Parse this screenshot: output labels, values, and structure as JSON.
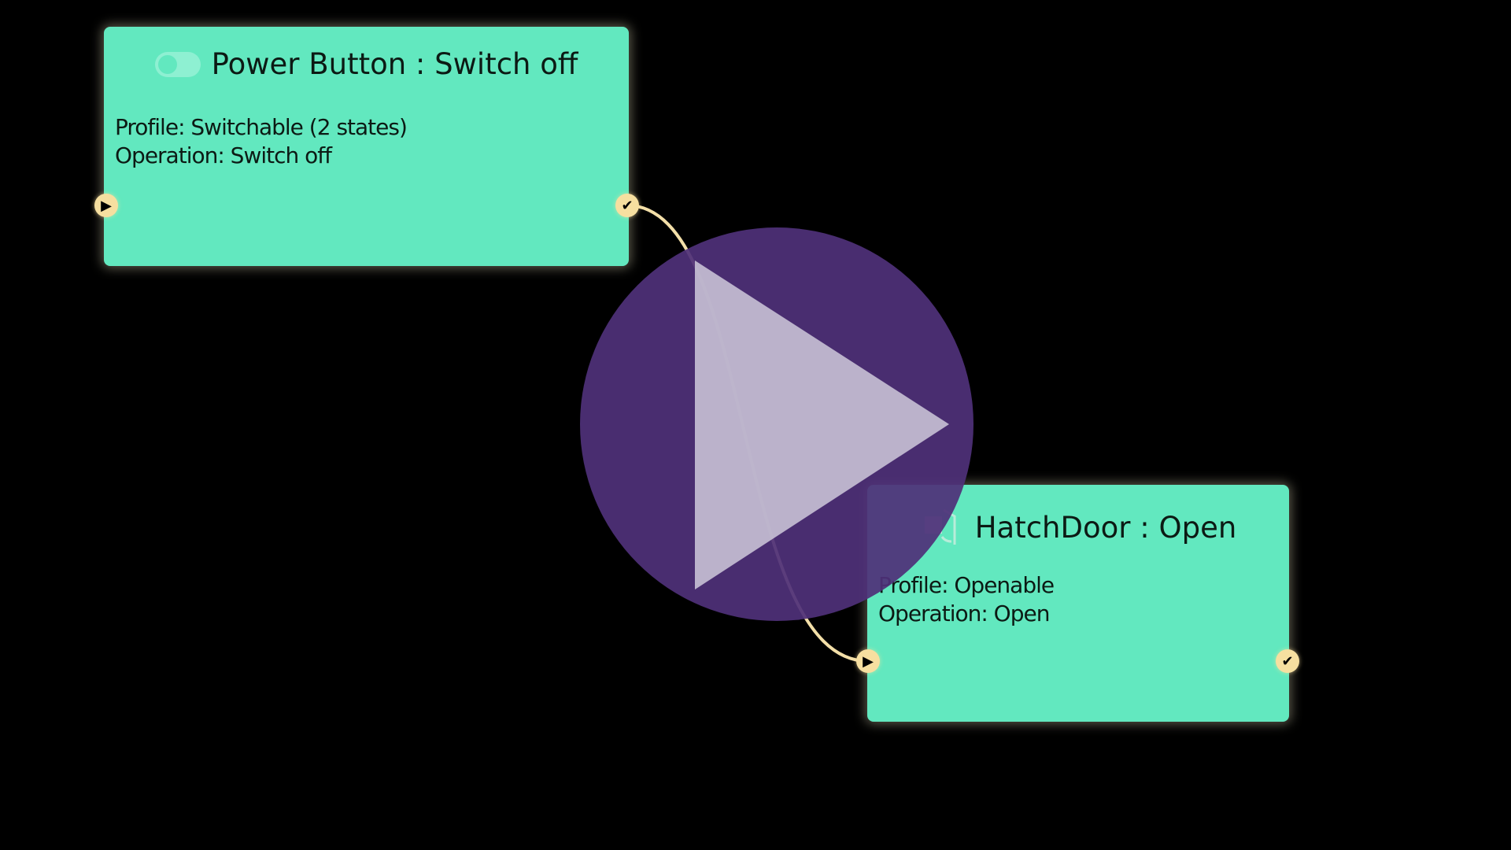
{
  "nodes": [
    {
      "icon": "toggle-switch-icon",
      "title": "Power Button : Switch off",
      "profile": "Profile: Switchable (2 states)",
      "operation": "Operation: Switch off"
    },
    {
      "icon": "door-icon",
      "title": "HatchDoor : Open",
      "profile": "Profile: Openable",
      "operation": "Operation: Open"
    }
  ],
  "colors": {
    "node": "#62e8bf",
    "port": "#f6dfa0",
    "connector": "#f3dfa8",
    "play_circle": "#4f3079",
    "play_triangle": "#b9b4c8"
  }
}
